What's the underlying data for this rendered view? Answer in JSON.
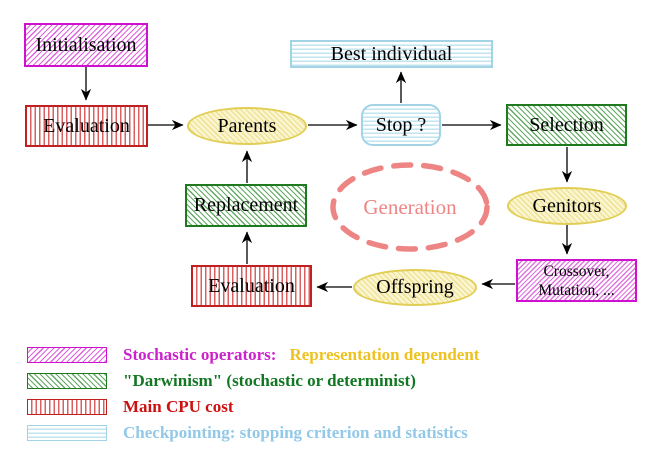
{
  "diagram": {
    "nodes": {
      "initialisation": "Initialisation",
      "evaluation_top": "Evaluation",
      "parents": "Parents",
      "best_individual": "Best individual",
      "stop": "Stop ?",
      "selection": "Selection",
      "genitors": "Genitors",
      "crossover_line1": "Crossover,",
      "crossover_line2": "Mutation, ...",
      "offspring": "Offspring",
      "evaluation_bottom": "Evaluation",
      "replacement": "Replacement",
      "generation": "Generation"
    },
    "edges": [
      "initialisation->evaluation_top",
      "evaluation_top->parents",
      "parents->stop",
      "stop->best_individual",
      "stop->selection",
      "selection->genitors",
      "genitors->crossover_mutation",
      "crossover_mutation->offspring",
      "offspring->evaluation_bottom",
      "evaluation_bottom->replacement",
      "replacement->parents"
    ]
  },
  "legend": {
    "items": [
      {
        "swatch": "magenta-diagonal-hatch",
        "text": "Stochastic operators:",
        "suffix": "Representation dependent",
        "text_color": "#cc22cc",
        "suffix_color": "#eec21e"
      },
      {
        "swatch": "green-diagonal-hatch",
        "text": "\"Darwinism\" (stochastic or determinist)",
        "text_color": "#117722"
      },
      {
        "swatch": "red-vertical-stripes",
        "text": "Main CPU cost",
        "text_color": "#cc1111"
      },
      {
        "swatch": "cyan-horizontal-stripes",
        "text": "Checkpointing: stopping criterion and statistics",
        "text_color": "#92c8e8"
      }
    ]
  },
  "colors": {
    "magenta_border": "#cf10cf",
    "green_border": "#1f7a1f",
    "red_border": "#c22020",
    "cyan_border": "#a2d4e6",
    "yellow_border": "#e2ce55",
    "generation_dash": "#ee8585",
    "arrow": "#000000",
    "background": "#ffffff"
  }
}
